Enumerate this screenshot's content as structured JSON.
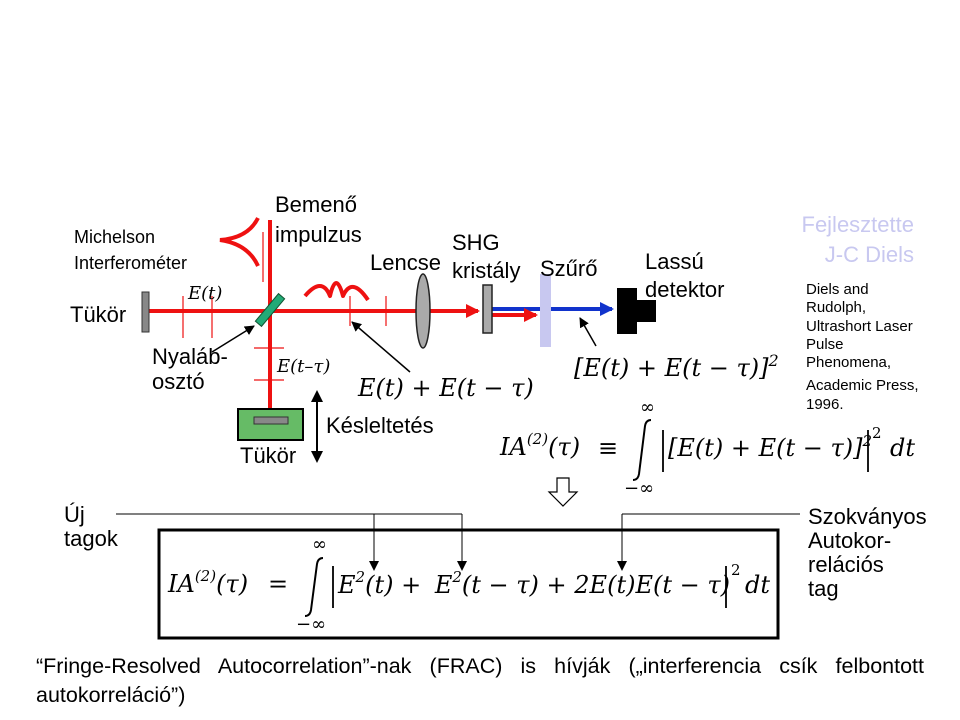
{
  "labels": {
    "michelson_line1": "Michelson",
    "michelson_line2": "Interferométer",
    "input_line1": "Bemenő",
    "input_line2": "impulzus",
    "mirror_left": "Tükör",
    "mirror_bottom": "Tükör",
    "beamsplitter_line1": "Nyaláb-",
    "beamsplitter_line2": "osztó",
    "delay": "Késleltetés",
    "lens": "Lencse",
    "shg_line1": "SHG",
    "shg_line2": "kristály",
    "filter": "Szűrő",
    "detector_line1": "Lassú",
    "detector_line2": "detektor",
    "developed_line1": "Fejlesztette",
    "developed_line2": "J-C Diels",
    "new_terms_line1": "Új",
    "new_terms_line2": "tagok",
    "standard_line1": "Szokványos",
    "standard_line2": "Autokor-",
    "standard_line3": "relációs",
    "standard_line4": "tag"
  },
  "reference": [
    "Diels and",
    "Rudolph,",
    "Ultrashort Laser",
    "Pulse",
    "Phenomena,",
    "Academic Press,",
    "1996."
  ],
  "math": {
    "field_t": "E(t)",
    "field_t_tau": "E(t–τ)",
    "sum_field": "E(t) + E(t − τ)",
    "intensity_open": "[E(t) + E(t − τ)]",
    "intensity_power": "2",
    "ia_name": "IA",
    "ia_order": "(2)",
    "ia_arg": "(τ)",
    "equiv": "≡",
    "equals": "=",
    "upper_limit": "∞",
    "lower_limit": "−∞",
    "integrand_1": "|[E(t) + E(t − τ)]",
    "integrand_1_pow": "2",
    "abs_pow": "2",
    "dt": "dt",
    "term_a": "E",
    "term_a_pow": "2",
    "term_a_arg": "(t) +",
    "term_b": "E",
    "term_b_pow": "2",
    "term_b_arg": "(t − τ) + 2E(t)E(t − τ)",
    "abs_open": "|",
    "abs_close": "|"
  },
  "caption": "“Fringe-Resolved Autocorrelation”-nak (FRAC) is hívják („interferencia csík felbontott autokorreláció”)",
  "colors": {
    "beam_red": "#ee1111",
    "beam_blue": "#1133cc",
    "beamsplitter": "#22aa77",
    "mirror_mount": "#66bb66",
    "filter": "#c8c8f0",
    "faint_text": "#c8c8f0"
  }
}
